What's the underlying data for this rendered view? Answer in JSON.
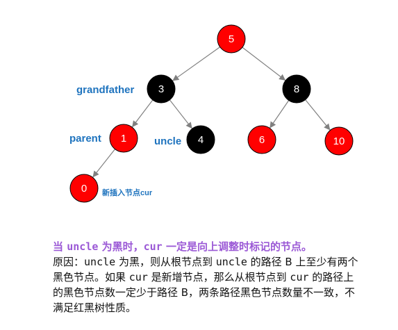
{
  "colors": {
    "red_node": "#ff0000",
    "black_node": "#000000",
    "edge": "#808080",
    "label_blue": "#1e73be",
    "heading_purple": "#9b59d6"
  },
  "tree": {
    "nodes": [
      {
        "id": "n5",
        "label": "5",
        "color": "red"
      },
      {
        "id": "n3",
        "label": "3",
        "color": "black"
      },
      {
        "id": "n8",
        "label": "8",
        "color": "black"
      },
      {
        "id": "n1",
        "label": "1",
        "color": "red"
      },
      {
        "id": "n4",
        "label": "4",
        "color": "black"
      },
      {
        "id": "n6",
        "label": "6",
        "color": "red"
      },
      {
        "id": "n10",
        "label": "10",
        "color": "red"
      },
      {
        "id": "n0",
        "label": "0",
        "color": "red"
      }
    ],
    "edges": [
      {
        "from": "n5",
        "to": "n3"
      },
      {
        "from": "n5",
        "to": "n8"
      },
      {
        "from": "n3",
        "to": "n1"
      },
      {
        "from": "n3",
        "to": "n4"
      },
      {
        "from": "n8",
        "to": "n6"
      },
      {
        "from": "n8",
        "to": "n10"
      },
      {
        "from": "n1",
        "to": "n0"
      }
    ],
    "tags": {
      "grandfather": "grandfather",
      "parent": "parent",
      "uncle": "uncle",
      "cur": "新插入节点cur"
    }
  },
  "caption": {
    "heading": {
      "p1": "当 ",
      "code1": "uncle",
      "p2": " 为黑时，",
      "code2": "cur",
      "p3": " 一定是向上调整时标记的节点。"
    },
    "body": {
      "p1": "原因：",
      "code1": "uncle",
      "p2": " 为黑，则从根节点到 ",
      "code2": "uncle",
      "p3": " 的路径 B 上至少有两个黑色节点。如果 ",
      "code3": "cur",
      "p4": " 是新增节点，那么从根节点到 ",
      "code4": "cur",
      "p5": " 的路径上的黑色节点数一定少于路径 B，两条路径黑色节点数量不一致，不满足红黑树性质。"
    }
  }
}
